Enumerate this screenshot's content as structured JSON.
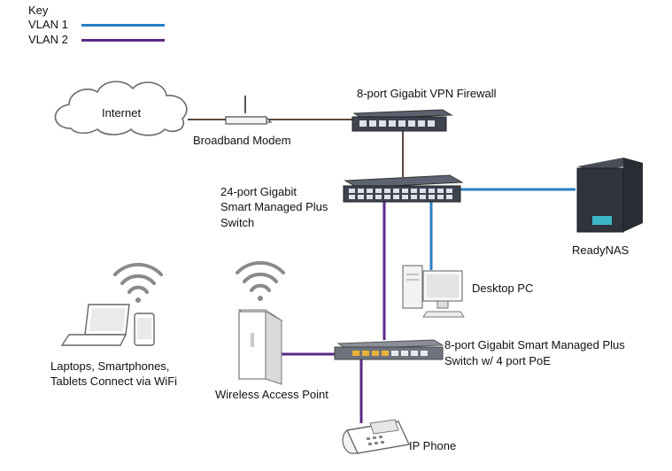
{
  "key": {
    "title": "Key",
    "items": [
      {
        "label": "VLAN 1",
        "color": "#2a7fc4"
      },
      {
        "label": "VLAN 2",
        "color": "#5a2a86"
      }
    ]
  },
  "link_color_default": "#5a4a3f",
  "nodes": {
    "internet": "Internet",
    "modem": "Broadband Modem",
    "firewall": "8-port Gigabit VPN Firewall",
    "switch24": [
      "24-port Gigabit",
      "Smart Managed Plus",
      "Switch"
    ],
    "readynas": "ReadyNAS",
    "desktop": "Desktop PC",
    "switch8": [
      "8-port Gigabit Smart Managed Plus",
      "Switch w/ 4 port PoE"
    ],
    "ap": "Wireless Access Point",
    "clients": [
      "Laptops, Smartphones,",
      "Tablets Connect via WiFi"
    ],
    "phone": "IP Phone"
  }
}
